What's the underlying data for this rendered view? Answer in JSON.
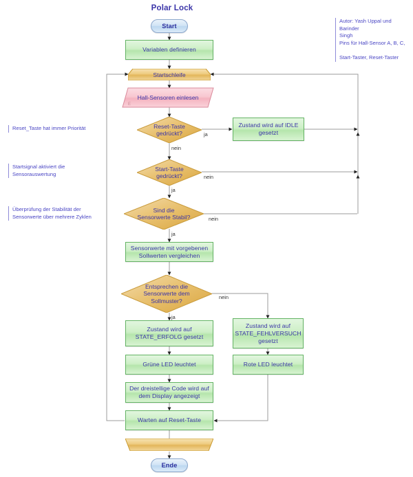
{
  "title": "Polar Lock",
  "colors": {
    "text_blue": "#3a34a8",
    "terminator_fill": "#cfe3f5",
    "terminator_border": "#8ba7cc",
    "process_fill": "#cdefc6",
    "process_border": "#63b363",
    "decision_fill": "#e8be61",
    "decision_border": "#c89a3a",
    "io_fill": "#f6c2cc",
    "io_border": "#d98a9b",
    "loop_fill": "#eec977",
    "loop_border": "#c8992f",
    "connector": "#9b9b9b",
    "note_text": "#4a46c4"
  },
  "nodes": {
    "start": {
      "label": "Start",
      "shape": "terminator"
    },
    "variablen": {
      "label": "Variablen definieren",
      "shape": "process"
    },
    "startschleife": {
      "label": "Startschleife",
      "shape": "loop-start"
    },
    "hall_sensoren": {
      "label": "Hall-Sensoren einlesen",
      "shape": "input",
      "tag": "E"
    },
    "reset_taste": {
      "label": "Reset-Taste\ngedrückt?",
      "shape": "decision"
    },
    "idle": {
      "label": "Zustand wird auf IDLE\ngesetzt",
      "shape": "process"
    },
    "start_taste": {
      "label": "Start-Taste\ngedrückt?",
      "shape": "decision"
    },
    "sensorwerte_stabil": {
      "label": "Sind die\nSensorwerte Stabil?",
      "shape": "decision"
    },
    "vergleichen": {
      "label": "Sensorwerte mit vorgebenen\nSollwerten vergleichen",
      "shape": "process"
    },
    "sollmuster": {
      "label": "Entsprechen die\nSensorwerte dem\nSollmuster?",
      "shape": "decision"
    },
    "erfolg": {
      "label": "Zustand wird auf\nSTATE_ERFOLG gesetzt",
      "shape": "process"
    },
    "fehlversuch": {
      "label": "Zustand wird auf\nSTATE_FEHLVERSUCH\ngesetzt",
      "shape": "process"
    },
    "gruene_led": {
      "label": "Grüne LED leuchtet",
      "shape": "process"
    },
    "rote_led": {
      "label": "Rote LED leuchtet",
      "shape": "process"
    },
    "display_code": {
      "label": "Der dreistellige Code wird auf\ndem Display angezeigt",
      "shape": "process"
    },
    "warten": {
      "label": "Warten auf Reset-Taste",
      "shape": "process"
    },
    "loop_end": {
      "label": "",
      "shape": "loop-end"
    },
    "ende": {
      "label": "Ende",
      "shape": "terminator"
    }
  },
  "edge_labels": {
    "reset_ja": "ja",
    "reset_nein": "nein",
    "start_nein": "nein",
    "start_ja": "ja",
    "stabil_nein": "nein",
    "stabil_ja": "ja",
    "sollmuster_nein": "nein",
    "sollmuster_ja": "ja"
  },
  "notes": {
    "author": "Autor: Yash Uppal und Barinder\nSingh",
    "pins": "Pins für Hall-Sensor A, B, C,\n\nStart-Taster, Reset-Taster",
    "reset_priority": "Reset_Taste hat immer Priorität",
    "startsignal": "Startsignal aktiviert die\nSensorauswertung",
    "stabilitaet": "Überprüfung der Stabilität der\nSensorwerte über mehrere Zyklen"
  }
}
